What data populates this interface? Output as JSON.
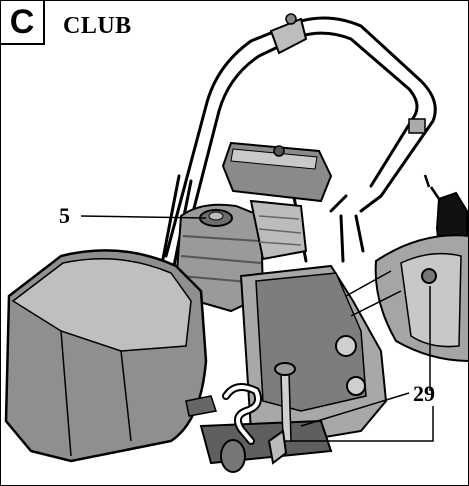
{
  "figure": {
    "section_letter": "C",
    "title": "CLUB",
    "callouts": [
      "5",
      "29"
    ]
  }
}
